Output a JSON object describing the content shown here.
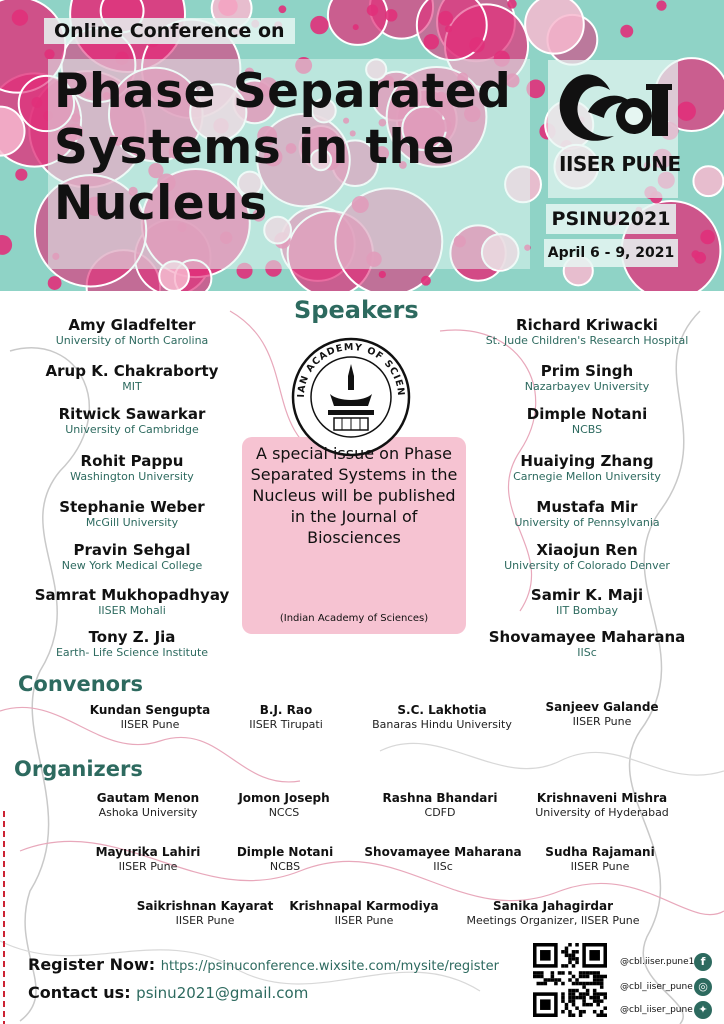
{
  "header": {
    "online_label": "Online Conference on",
    "title_lines": [
      "Phase Separated",
      "Systems in the",
      "Nucleus"
    ],
    "institute": "IISER PUNE",
    "code": "PSINU2021",
    "dates": "April 6 - 9, 2021"
  },
  "colors": {
    "teal": "#8fd3c6",
    "pink": "#e0307a",
    "light_pink": "#f6c3d2",
    "dark_green": "#2d6a5f"
  },
  "speakers": {
    "heading": "Speakers",
    "left": [
      {
        "name": "Amy Gladfelter",
        "affil": "University of North Carolina"
      },
      {
        "name": "Arup K. Chakraborty",
        "affil": "MIT"
      },
      {
        "name": "Ritwick Sawarkar",
        "affil": "University of Cambridge"
      },
      {
        "name": "Rohit Pappu",
        "affil": "Washington University"
      },
      {
        "name": "Stephanie Weber",
        "affil": "McGill University"
      },
      {
        "name": "Pravin Sehgal",
        "affil": "New York Medical College"
      },
      {
        "name": "Samrat Mukhopadhyay",
        "affil": "IISER Mohali"
      },
      {
        "name": "Tony Z. Jia",
        "affil": "Earth- Life Science Institute"
      }
    ],
    "right": [
      {
        "name": "Richard Kriwacki",
        "affil": "St. Jude Children's Research Hospital"
      },
      {
        "name": "Prim Singh",
        "affil": "Nazarbayev University"
      },
      {
        "name": "Dimple Notani",
        "affil": "NCBS"
      },
      {
        "name": "Huaiying Zhang",
        "affil": "Carnegie Mellon University"
      },
      {
        "name": "Mustafa Mir",
        "affil": "University of Pennsylvania"
      },
      {
        "name": "Xiaojun Ren",
        "affil": "University of Colorado Denver"
      },
      {
        "name": "Samir K. Maji",
        "affil": "IIT Bombay"
      },
      {
        "name": "Shovamayee Maharana",
        "affil": "IISc"
      }
    ]
  },
  "special_issue": {
    "seal_text": "INDIAN ACADEMY OF SCIENCES",
    "text": "A special issue on Phase Separated Systems in the Nucleus will be published in the Journal of Biosciences",
    "sub": "(Indian Academy of Sciences)"
  },
  "convenors": {
    "heading": "Convenors",
    "people": [
      {
        "name": "Kundan Sengupta",
        "affil": "IISER Pune"
      },
      {
        "name": "B.J. Rao",
        "affil": "IISER Tirupati"
      },
      {
        "name": "S.C. Lakhotia",
        "affil": "Banaras Hindu University"
      },
      {
        "name": "Sanjeev Galande",
        "affil": "IISER Pune"
      }
    ]
  },
  "organizers": {
    "heading": "Organizers",
    "people": [
      {
        "name": "Gautam Menon",
        "affil": "Ashoka University"
      },
      {
        "name": "Jomon Joseph",
        "affil": "NCCS"
      },
      {
        "name": "Rashna Bhandari",
        "affil": "CDFD"
      },
      {
        "name": "Krishnaveni Mishra",
        "affil": "University of  Hyderabad"
      },
      {
        "name": "Mayurika Lahiri",
        "affil": "IISER Pune"
      },
      {
        "name": "Dimple Notani",
        "affil": "NCBS"
      },
      {
        "name": "Shovamayee Maharana",
        "affil": "IISc"
      },
      {
        "name": "Sudha Rajamani",
        "affil": "IISER Pune"
      },
      {
        "name": "Saikrishnan Kayarat",
        "affil": "IISER Pune"
      },
      {
        "name": "Krishnapal Karmodiya",
        "affil": "IISER Pune"
      },
      {
        "name": "Sanika Jahagirdar",
        "affil": "Meetings Organizer, IISER Pune"
      }
    ]
  },
  "footer": {
    "register_label": "Register Now:",
    "register_url": "https://psinuconference.wixsite.com/mysite/register",
    "contact_label": "Contact us:",
    "contact_email": "psinu2021@gmail.com",
    "social": [
      {
        "handle": "@cbl.iiser.pune1",
        "icon": "facebook-icon",
        "glyph": "f"
      },
      {
        "handle": "@cbl_iiser_pune",
        "icon": "instagram-icon",
        "glyph": "◎"
      },
      {
        "handle": "@cbl_iiser_pune",
        "icon": "twitter-icon",
        "glyph": "✦"
      }
    ]
  }
}
